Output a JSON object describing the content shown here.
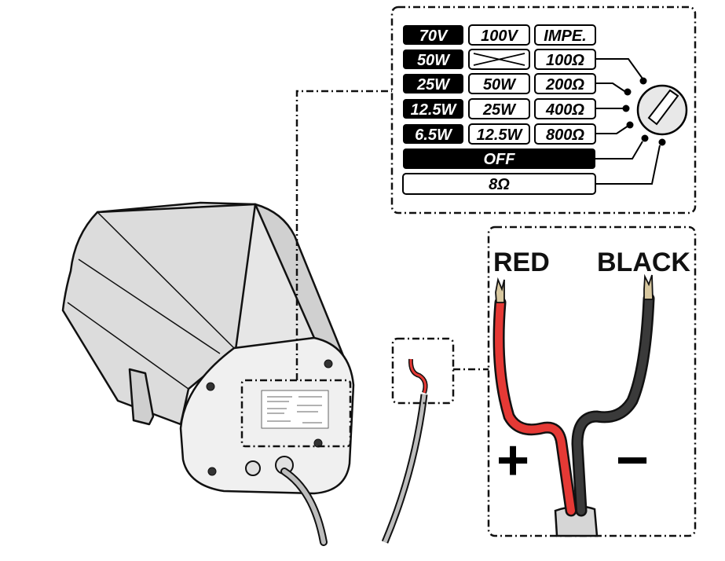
{
  "tap_table": {
    "rows": [
      {
        "col70v": "70V",
        "col100v": "100V",
        "impedance": "IMPE."
      },
      {
        "col70v": "50W",
        "col100v": "",
        "impedance": "100Ω"
      },
      {
        "col70v": "25W",
        "col100v": "50W",
        "impedance": "200Ω"
      },
      {
        "col70v": "12.5W",
        "col100v": "25W",
        "impedance": "400Ω"
      },
      {
        "col70v": "6.5W",
        "col100v": "12.5W",
        "impedance": "800Ω"
      }
    ],
    "off_label": "OFF",
    "low_impedance_label": "8Ω"
  },
  "wiring": {
    "red_label": "RED",
    "black_label": "BLACK",
    "positive_sign": "+",
    "negative_sign": "−"
  },
  "colors": {
    "red_wire": "#e53935",
    "black_wire": "#3a3a3a",
    "cable": "#bdbdbd",
    "speaker_body": "#e2e2e2",
    "back_plate": "#f0f0f0"
  }
}
